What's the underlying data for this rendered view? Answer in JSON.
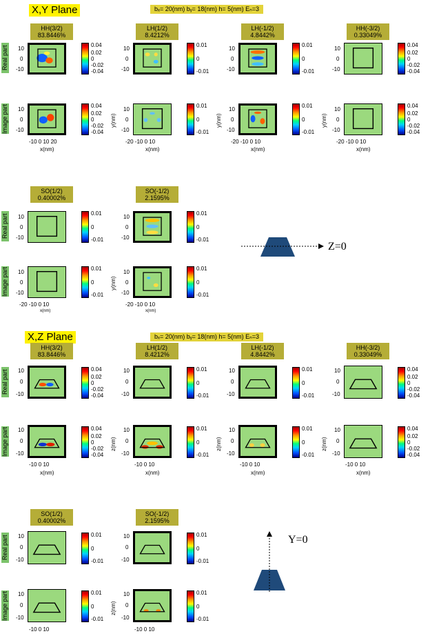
{
  "planes": [
    {
      "title": "X,Y Plane",
      "params": "bₓ= 20(nm)  bᵧ= 18(nm)  h= 5(nm)   Eₙ=3",
      "legend": "Z=0"
    },
    {
      "title": "X,Z Plane",
      "params": "bₓ= 20(nm)  bᵧ= 18(nm)  h= 5(nm)   Eₙ=3",
      "legend": "Y=0"
    }
  ],
  "components": [
    {
      "name": "HH(3/2)",
      "pct": "83.8446%"
    },
    {
      "name": "LH(1/2)",
      "pct": "8.4212%"
    },
    {
      "name": "LH(-1/2)",
      "pct": "4.8442%"
    },
    {
      "name": "HH(-3/2)",
      "pct": "0.33049%"
    },
    {
      "name": "SO(1/2)",
      "pct": "0.40002%"
    },
    {
      "name": "SO(-1/2)",
      "pct": "2.1595%"
    }
  ],
  "row_labels": {
    "real": "Real part",
    "image": "Image part"
  },
  "colorbar_ticks": {
    "large": [
      "0.04",
      "0.02",
      "0",
      "-0.02",
      "-0.04"
    ],
    "small": [
      "0.01",
      "0",
      "-0.01"
    ]
  },
  "y_ticks": [
    "10",
    "0",
    "-10"
  ],
  "x_ticks": {
    "a": "-10   0   10  20",
    "b": "-20 -10   0   10",
    "c": "-10    0    10"
  },
  "axis_labels": {
    "x": "x(nm)",
    "y": "y(nm)",
    "z": "z(nm)"
  }
}
